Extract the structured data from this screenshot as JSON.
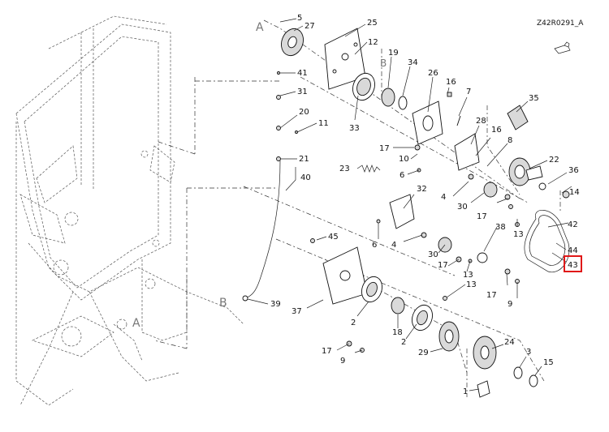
{
  "drawing_id": "Z42R0291_A",
  "highlighted_callout": "43",
  "view_markers": {
    "A_top": "A",
    "B_mid": "B",
    "B_low": "B",
    "A_low": "A"
  },
  "callouts": {
    "c5": "5",
    "c27": "27",
    "c25": "25",
    "c12": "12",
    "c19": "19",
    "c34": "34",
    "c26": "26",
    "c16a": "16",
    "c7": "7",
    "c41": "41",
    "c31": "31",
    "c20": "20",
    "c11": "11",
    "c33": "33",
    "c35": "35",
    "c28": "28",
    "c16b": "16",
    "c8": "8",
    "c17a": "17",
    "c10": "10",
    "c21": "21",
    "c22": "22",
    "c36": "36",
    "c23": "23",
    "c40": "40",
    "c6a": "6",
    "c4a": "4",
    "c30a": "30",
    "c17b": "17",
    "c14": "14",
    "c32": "32",
    "c13a": "13",
    "c38": "38",
    "c42": "42",
    "c45": "45",
    "c6b": "6",
    "c4b": "4",
    "c44": "44",
    "c30b": "30",
    "c17c": "17",
    "c13b": "13",
    "c43": "43",
    "c13c": "13",
    "c17d": "17",
    "c9a": "9",
    "c39": "39",
    "c37": "37",
    "c2a": "2",
    "c18": "18",
    "c2b": "2",
    "c24": "24",
    "c17e": "17",
    "c9b": "9",
    "c29": "29",
    "c3": "3",
    "c15": "15",
    "c1": "1"
  }
}
